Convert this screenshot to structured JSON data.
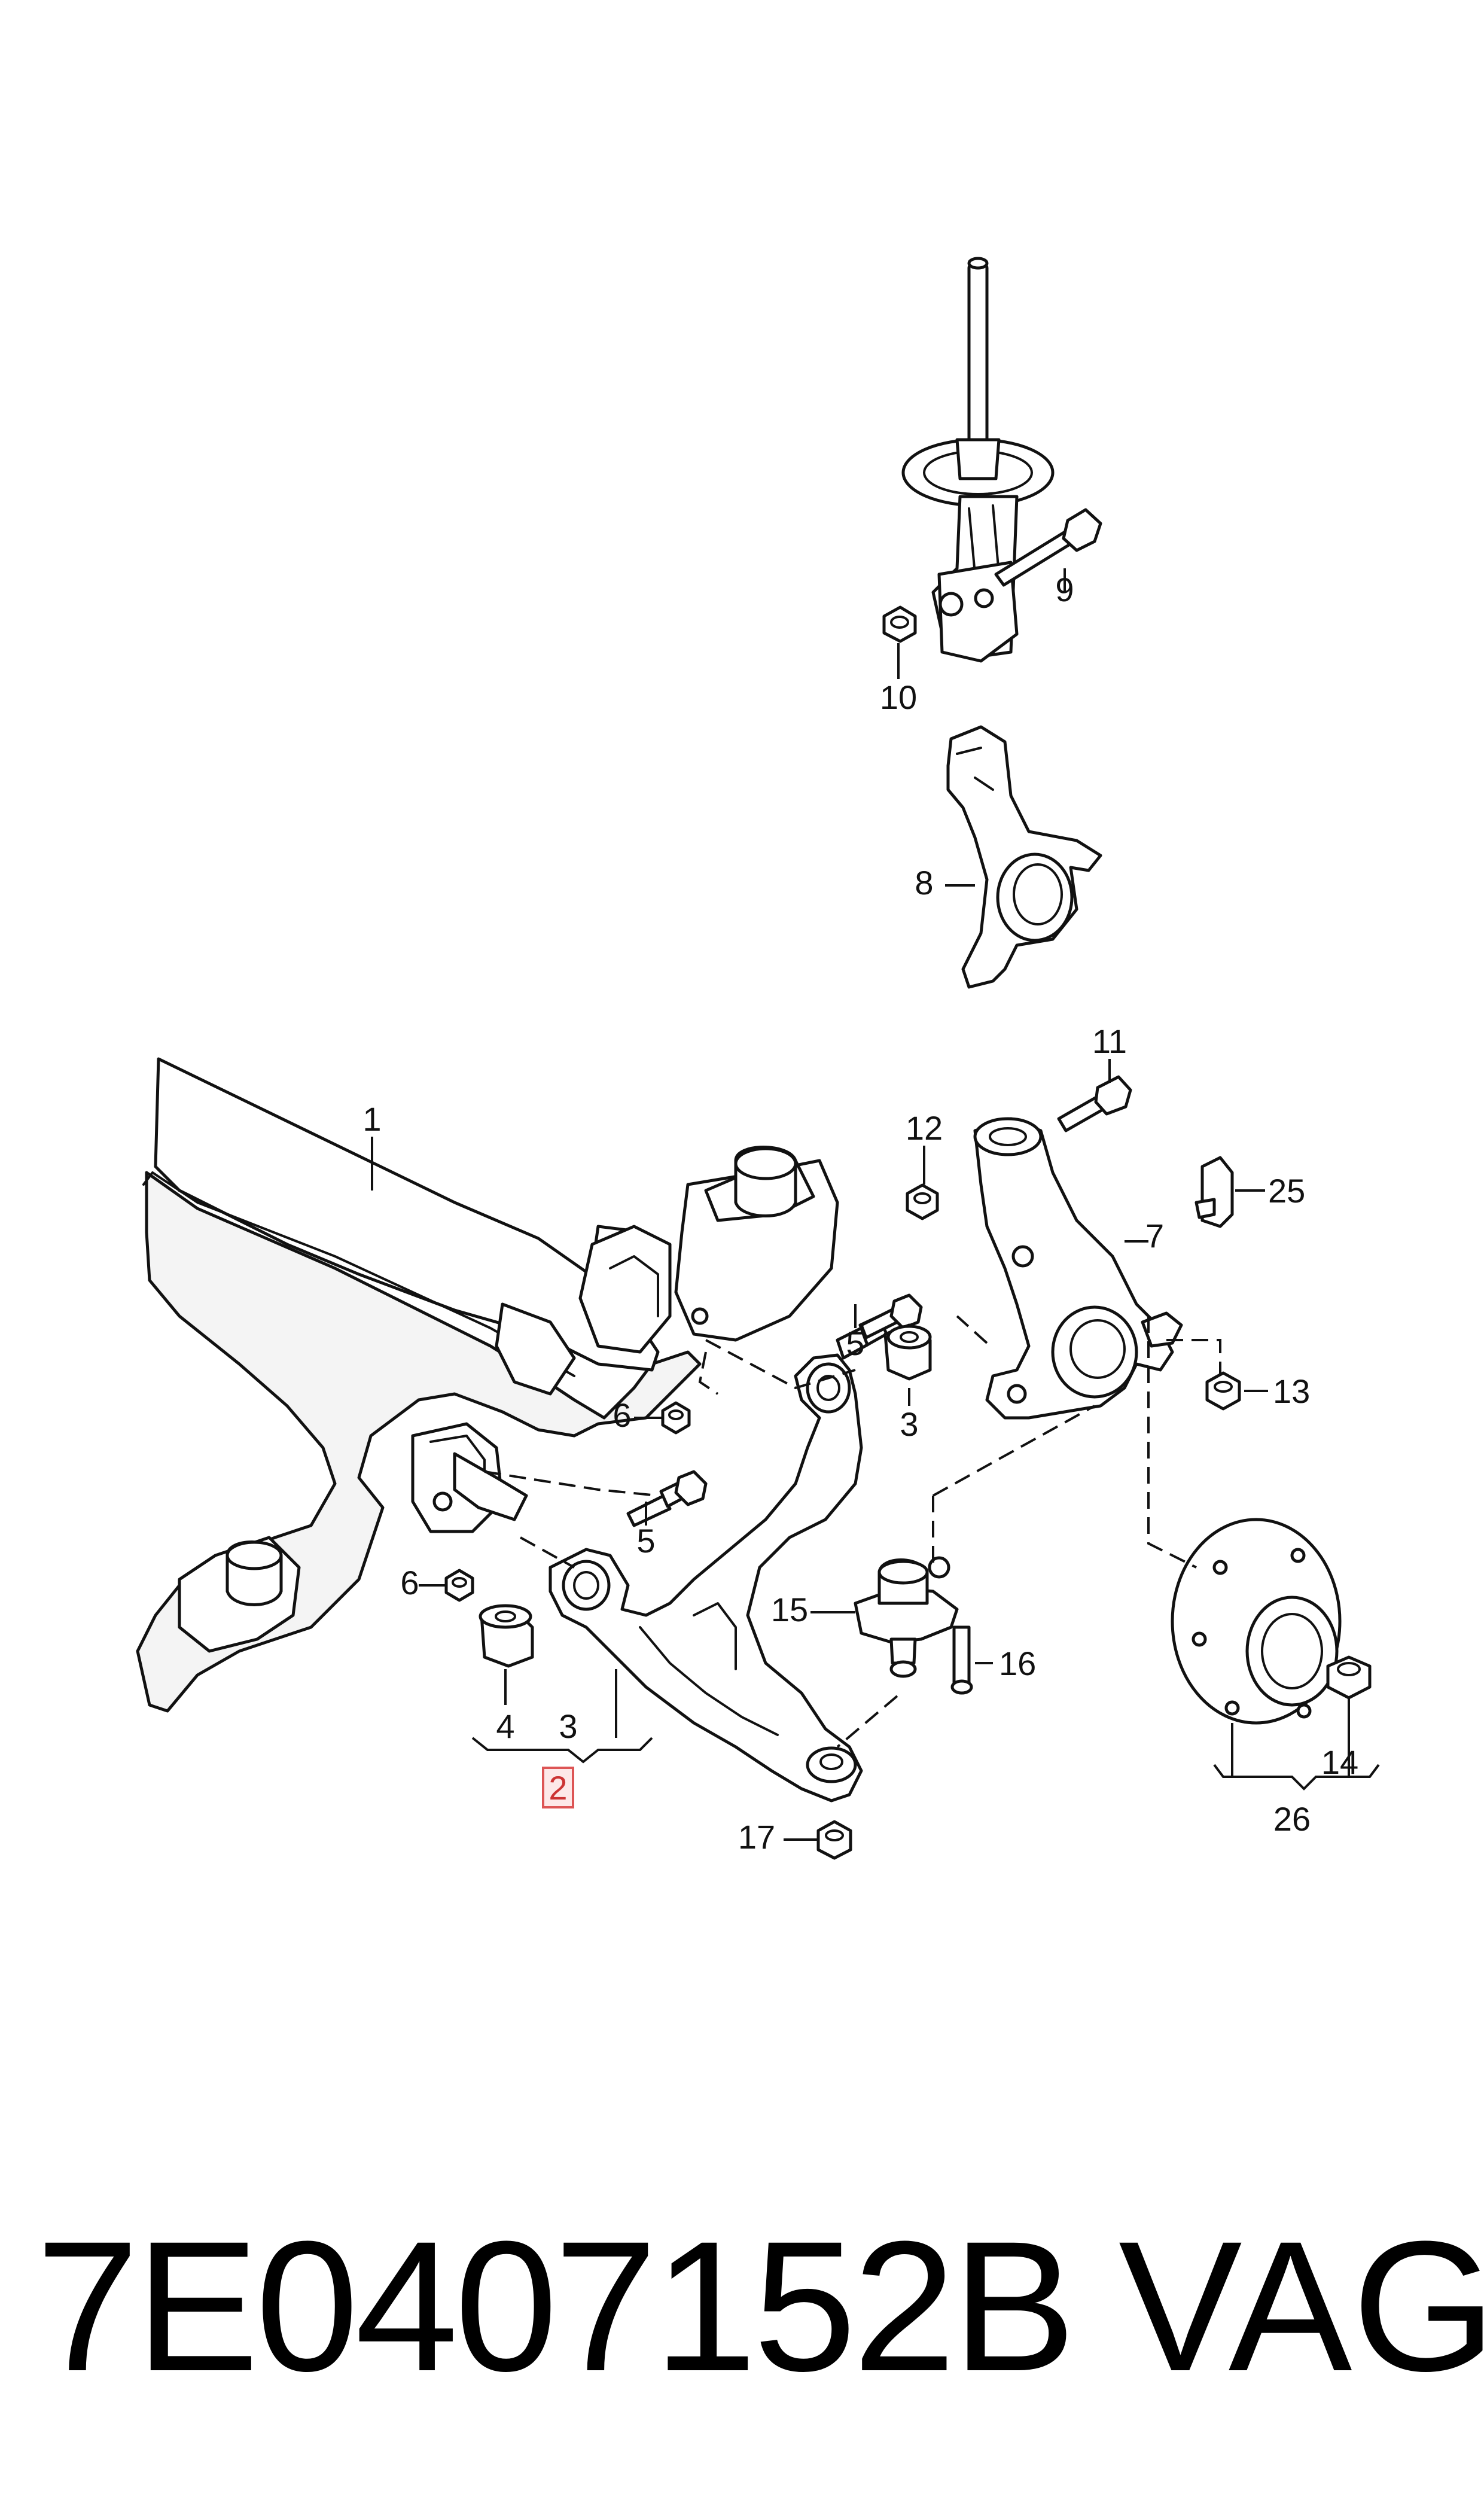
{
  "callouts": {
    "c1": "1",
    "c2": "2",
    "c3a": "3",
    "c3b": "3",
    "c4": "4",
    "c5a": "5",
    "c5b": "5",
    "c6a": "6",
    "c6b": "6",
    "c7": "7",
    "c8": "8",
    "c9": "9",
    "c10": "10",
    "c11": "11",
    "c12": "12",
    "c13": "13",
    "c14": "14",
    "c15": "15",
    "c16": "16",
    "c17": "17",
    "c25": "25",
    "c26": "26"
  },
  "highlight": {
    "callout": "2",
    "fill": "#fde8e8",
    "stroke": "#dd5555",
    "text_color": "#cc3333"
  },
  "footer": {
    "part_number": "7E0407152B",
    "brand": "VAG"
  }
}
